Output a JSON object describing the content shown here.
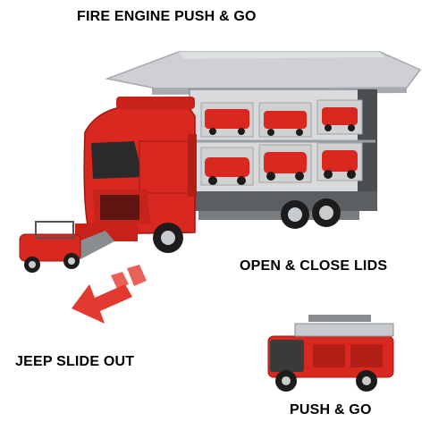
{
  "captions": {
    "top": "FIRE ENGINE PUSH & GO",
    "lids": "OPEN & CLOSE LIDS",
    "jeep": "JEEP SLIDE OUT",
    "push": "PUSH & GO"
  },
  "colors": {
    "truck_red": "#d8281f",
    "dark_red": "#9c1710",
    "lid_gray": "#b9bcbf",
    "trailer_gray": "#5b5e62",
    "arrow_red": "#e23a30",
    "wheel_black": "#1c1c1c",
    "rim_silver": "#c9ccce"
  }
}
